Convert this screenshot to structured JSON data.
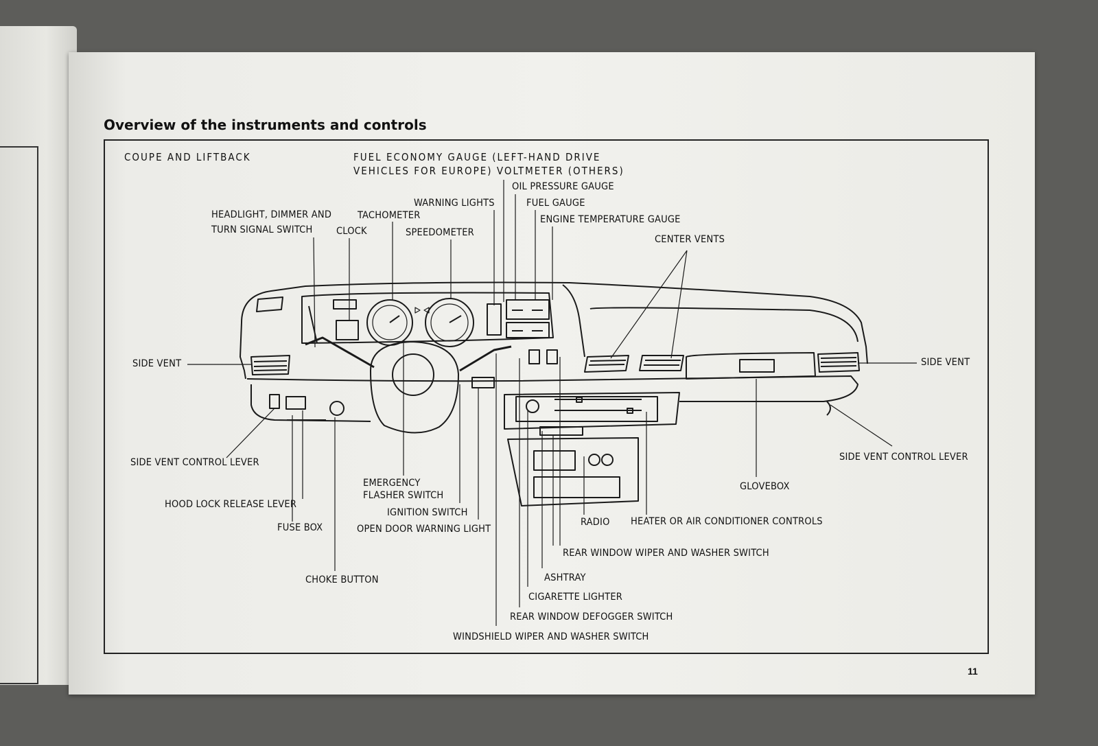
{
  "page": {
    "heading": "Overview of the instruments and controls",
    "page_number": "11"
  },
  "diagram": {
    "subtitle": "COUPE AND LIFTBACK",
    "labels": {
      "fuel_economy_gauge": "FUEL ECONOMY GAUGE (LEFT-HAND DRIVE\nVEHICLES FOR EUROPE) VOLTMETER (OTHERS)",
      "oil_pressure_gauge": "OIL PRESSURE GAUGE",
      "warning_lights": "WARNING LIGHTS",
      "fuel_gauge": "FUEL GAUGE",
      "tachometer": "TACHOMETER",
      "headlight_switch": "HEADLIGHT, DIMMER AND\nTURN SIGNAL SWITCH",
      "clock": "CLOCK",
      "speedometer": "SPEEDOMETER",
      "engine_temperature_gauge": "ENGINE TEMPERATURE GAUGE",
      "center_vents": "CENTER VENTS",
      "side_vent_left": "SIDE VENT",
      "side_vent_right": "SIDE VENT",
      "side_vent_control_lever_left": "SIDE VENT CONTROL LEVER",
      "side_vent_control_lever_right": "SIDE VENT CONTROL LEVER",
      "emergency_flasher_switch": "EMERGENCY\nFLASHER SWITCH",
      "glovebox": "GLOVEBOX",
      "hood_lock_release_lever": "HOOD LOCK RELEASE LEVER",
      "ignition_switch": "IGNITION SWITCH",
      "radio": "RADIO",
      "heater_controls": "HEATER OR AIR CONDITIONER CONTROLS",
      "fuse_box": "FUSE BOX",
      "open_door_warning_light": "OPEN DOOR WARNING LIGHT",
      "rear_wiper_switch": "REAR WINDOW WIPER AND WASHER SWITCH",
      "choke_button": "CHOKE BUTTON",
      "ashtray": "ASHTRAY",
      "cigarette_lighter": "CIGARETTE LIGHTER",
      "rear_defogger_switch": "REAR WINDOW DEFOGGER SWITCH",
      "windshield_wiper_switch": "WINDSHIELD WIPER AND WASHER SWITCH"
    }
  }
}
